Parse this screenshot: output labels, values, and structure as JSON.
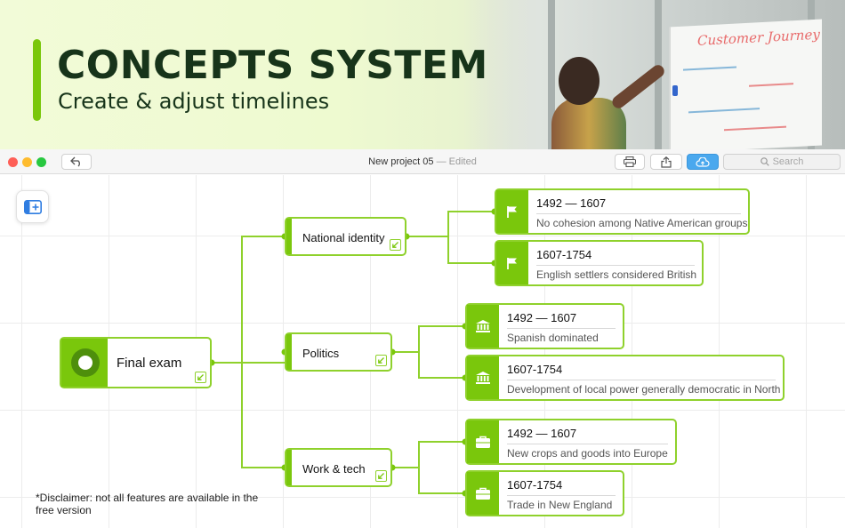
{
  "hero": {
    "title": "CONCEPTS SYSTEM",
    "subtitle": "Create & adjust timelines",
    "accent_color": "#7ac70c",
    "whiteboard_text": "Customer Journey"
  },
  "window": {
    "project_name": "New project 05",
    "edited_label": "— Edited",
    "search_placeholder": "Search",
    "toolbar_icons": [
      "undo-icon",
      "print-icon",
      "share-icon",
      "cloud-upload-icon"
    ]
  },
  "mindmap": {
    "root": {
      "label": "Final exam"
    },
    "branches": [
      {
        "label": "National identity",
        "icon": "flag-icon",
        "leaves": [
          {
            "title": "1492 — 1607",
            "desc": "No cohesion among Native American groups"
          },
          {
            "title": "1607-1754",
            "desc": "English settlers considered British"
          }
        ]
      },
      {
        "label": "Politics",
        "icon": "bank-icon",
        "leaves": [
          {
            "title": "1492 — 1607",
            "desc": "Spanish dominated"
          },
          {
            "title": "1607-1754",
            "desc": "Development of local power generally democratic in North"
          }
        ]
      },
      {
        "label": "Work & tech",
        "icon": "briefcase-icon",
        "leaves": [
          {
            "title": "1492 — 1607",
            "desc": "New crops and goods into Europe"
          },
          {
            "title": "1607-1754",
            "desc": "Trade in New England"
          }
        ]
      }
    ]
  },
  "disclaimer": "*Disclaimer: not all features are available in the free version"
}
